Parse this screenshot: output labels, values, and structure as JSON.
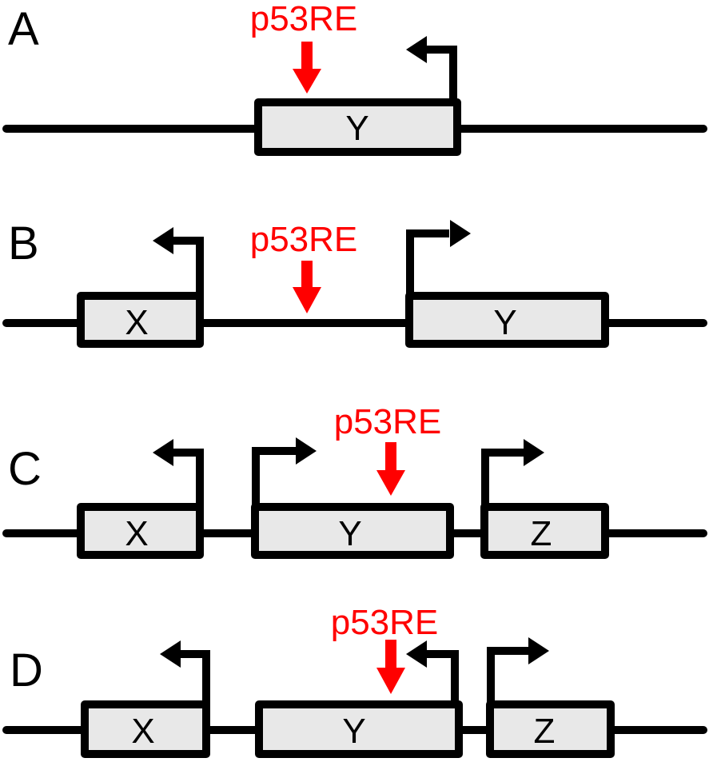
{
  "colors": {
    "dna": "#000000",
    "gene_fill": "#e8e8e8",
    "gene_stroke": "#000000",
    "response_element": "#ff0000"
  },
  "response_element_label": "p53RE",
  "panels": [
    {
      "label": "A",
      "genes": [
        {
          "name": "Y",
          "promoter_direction": "left"
        }
      ]
    },
    {
      "label": "B",
      "genes": [
        {
          "name": "X",
          "promoter_direction": "left"
        },
        {
          "name": "Y",
          "promoter_direction": "right"
        }
      ]
    },
    {
      "label": "C",
      "genes": [
        {
          "name": "X",
          "promoter_direction": "left"
        },
        {
          "name": "Y",
          "promoter_direction": "right"
        },
        {
          "name": "Z",
          "promoter_direction": "right"
        }
      ]
    },
    {
      "label": "D",
      "genes": [
        {
          "name": "X",
          "promoter_direction": "left"
        },
        {
          "name": "Y",
          "promoter_direction": "left"
        },
        {
          "name": "Z",
          "promoter_direction": "right"
        }
      ]
    }
  ]
}
